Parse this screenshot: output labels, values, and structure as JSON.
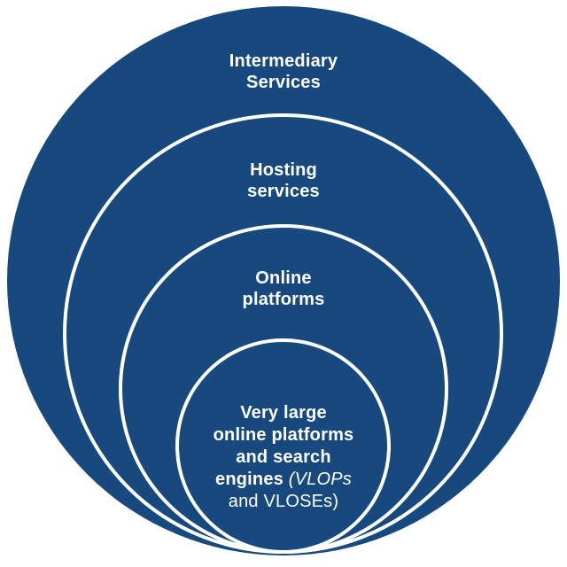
{
  "diagram": {
    "type": "nested-circles",
    "colors": {
      "background": "#ffffff",
      "circle_fill": "#17497E",
      "outline": "#ffffff",
      "text_color": "#ffffff"
    },
    "rings": [
      {
        "id": "intermediary-services",
        "label": "Intermediary\nServices"
      },
      {
        "id": "hosting-services",
        "label": "Hosting\nservices"
      },
      {
        "id": "online-platforms",
        "label": "Online\nplatforms"
      },
      {
        "id": "vlops-and-vloses",
        "line1": "Very large",
        "line2": "online platforms",
        "line3": "and search",
        "line4_bold": "engines ",
        "line4_italic": "(VLOPs",
        "line5_regular": "and VLOSEs)"
      }
    ]
  }
}
